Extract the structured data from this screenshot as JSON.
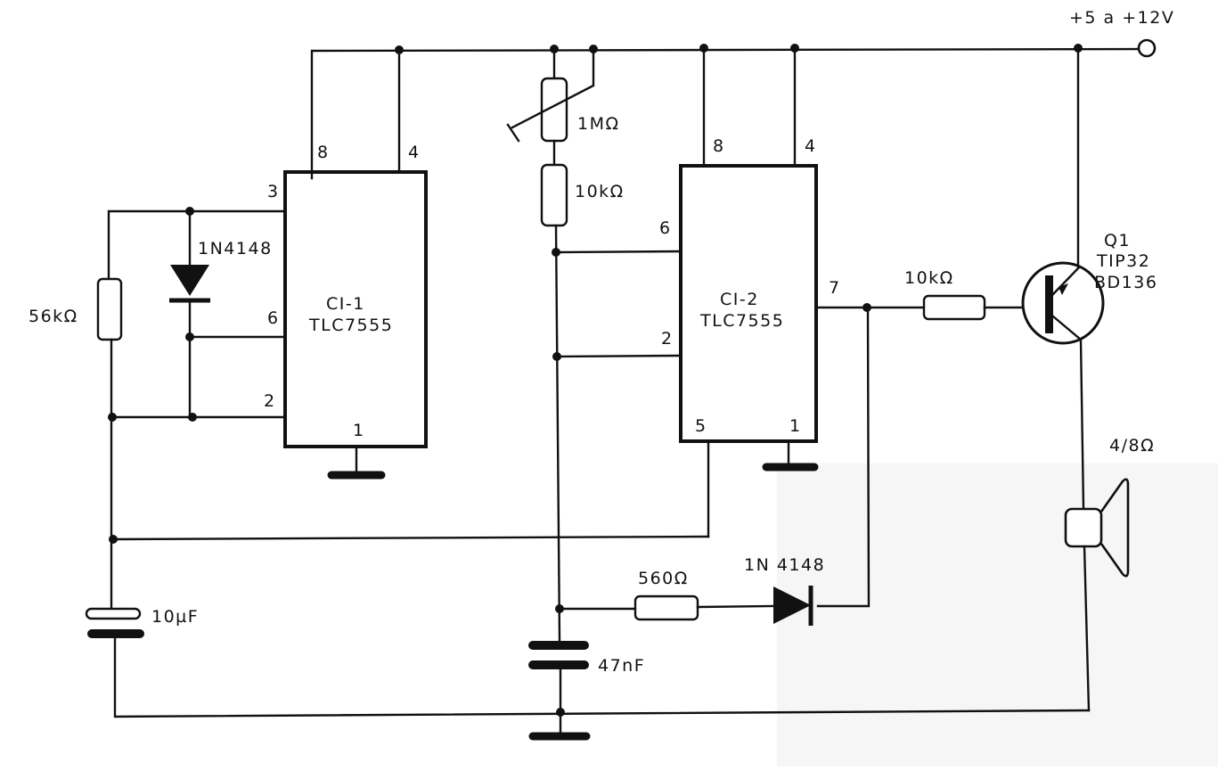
{
  "diagram": {
    "type": "electronic-schematic",
    "supply": {
      "label": "+5 a +12V"
    },
    "ics": [
      {
        "id": "CI-1",
        "name": "CI-1",
        "part": "TLC7555",
        "pins": {
          "p8": "8",
          "p4": "4",
          "p3": "3",
          "p6": "6",
          "p2": "2",
          "p1": "1"
        }
      },
      {
        "id": "CI-2",
        "name": "CI-2",
        "part": "TLC7555",
        "pins": {
          "p8": "8",
          "p4": "4",
          "p6": "6",
          "p2": "2",
          "p7": "7",
          "p5": "5",
          "p1": "1"
        }
      }
    ],
    "components": {
      "r56k": {
        "label": "56kΩ"
      },
      "d1": {
        "label": "1N4148"
      },
      "c10u": {
        "label": "10µF"
      },
      "pot1m": {
        "label": "1MΩ"
      },
      "r10k_a": {
        "label": "10kΩ"
      },
      "r10k_b": {
        "label": "10kΩ"
      },
      "r560": {
        "label": "560Ω"
      },
      "d2": {
        "label": "1N 4148"
      },
      "c47n": {
        "label": "47nF"
      },
      "q1": {
        "ref": "Q1",
        "part1": "TIP32",
        "part2": "BD136"
      },
      "spk": {
        "label": "4/8Ω"
      }
    },
    "colors": {
      "ink": "#111111",
      "paper": "#ffffff"
    }
  }
}
